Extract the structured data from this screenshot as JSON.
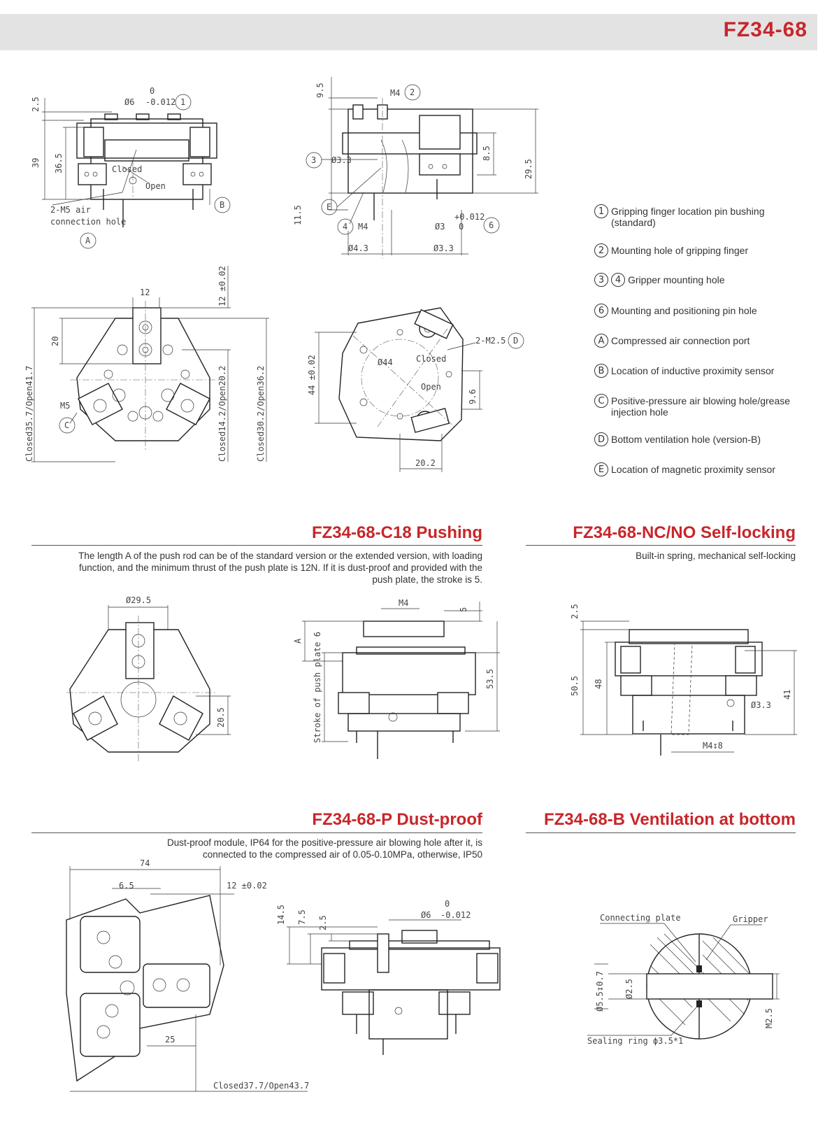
{
  "header": {
    "title": "FZ34-68"
  },
  "legend": [
    {
      "badges": [
        "1"
      ],
      "text": "Gripping finger location pin bushing (standard)"
    },
    {
      "badges": [
        "2"
      ],
      "text": "Mounting hole of gripping finger"
    },
    {
      "badges": [
        "3",
        "4"
      ],
      "text": "Gripper mounting hole"
    },
    {
      "badges": [
        "6"
      ],
      "text": "Mounting and positioning pin hole"
    },
    {
      "badges": [
        "A"
      ],
      "text": "Compressed air connection port"
    },
    {
      "badges": [
        "B"
      ],
      "text": "Location of inductive proximity sensor"
    },
    {
      "badges": [
        "C"
      ],
      "text": "Positive-pressure air blowing hole/grease injection hole"
    },
    {
      "badges": [
        "D"
      ],
      "text": "Bottom ventilation hole (version-B)"
    },
    {
      "badges": [
        "E"
      ],
      "text": "Location of magnetic proximity sensor"
    }
  ],
  "sections": {
    "pushing": {
      "title": "FZ34-68-C18 Pushing",
      "description": "The length A of the push rod can be of the standard version or the extended version, with loading function, and the minimum thrust of the push plate is 12N. If it is dust-proof and provided with the push plate, the stroke is 5."
    },
    "selflocking": {
      "title": "FZ34-68-NC/NO Self-locking",
      "description": "Built-in spring, mechanical self-locking"
    },
    "dustproof": {
      "title": "FZ34-68-P Dust-proof",
      "description": "Dust-proof module, IP64 for the positive-pressure air blowing hole after it, is connected to the compressed air of 0.05-0.10MPa, otherwise, IP50"
    },
    "ventilation": {
      "title": "FZ34-68-B Ventilation at bottom",
      "description": ""
    }
  },
  "drawing_labels": {
    "d1": {
      "d6": "Ø6",
      "tol_top": "0",
      "tol_bot": "-0.012",
      "n1": "1",
      "dim_2_5": "2.5",
      "dim_39": "39",
      "dim_36_5": "36.5",
      "closed": "Closed",
      "open": "Open",
      "m5_air": "2-M5 air",
      "m5_conn": "connection hole",
      "badge_a": "A",
      "badge_b": "B"
    },
    "d2": {
      "dim_9_5": "9.5",
      "m4": "M4",
      "n2": "2",
      "n3": "3",
      "d3_3": "Ø3.3",
      "n4": "4",
      "m4b": "M4",
      "d3": "Ø3",
      "tol3_top": "+0.012",
      "tol3_bot": "0",
      "n6": "6",
      "dim_8_5": "8.5",
      "dim_29_5": "29.5",
      "dim_11_5": "11.5",
      "badge_e": "E",
      "d4_3": "Ø4.3",
      "d3_3b": "Ø3.3"
    },
    "d3": {
      "dim_12": "12",
      "dim_12_tol": "12 ±0.02",
      "dim_20": "20",
      "m5": "M5",
      "badge_c": "C",
      "closed35": "Closed35.7/Open41.7",
      "closed14": "Closed14.2/Open20.2",
      "closed30": "Closed30.2/Open36.2"
    },
    "d4": {
      "dim_44": "44 ±0.02",
      "d44": "Ø44",
      "closed": "Closed",
      "open": "Open",
      "m2_5": "2-M2.5",
      "badge_d": "D",
      "dim_9_6": "9.6",
      "dim_20_2": "20.2"
    },
    "d5": {
      "d29_5": "Ø29.5",
      "dim_20_5": "20.5"
    },
    "d6": {
      "m4": "M4",
      "dim_5": "5",
      "dim_a": "A",
      "stroke": "Stroke of push plate 6",
      "dim_53_5": "53.5"
    },
    "d7": {
      "dim_2_5": "2.5",
      "dim_50_5": "50.5",
      "dim_48": "48",
      "dim_41": "41",
      "d3_3": "Ø3.3",
      "m4_8": "M4↧8"
    },
    "d8": {
      "dim_74": "74",
      "dim_6_5": "6.5",
      "dim_12_tol": "12 ±0.02",
      "dim_25": "25",
      "closed37": "Closed37.7/Open43.7"
    },
    "d9": {
      "dim_14_5": "14.5",
      "dim_7_5": "7.5",
      "dim_2_5": "2.5",
      "d6": "Ø6",
      "tol_top": "0",
      "tol_bot": "-0.012"
    },
    "d10": {
      "connecting_plate": "Connecting plate",
      "gripper": "Gripper",
      "d5_5": "Ø5.5↧0.7",
      "d2_5": "Ø2.5",
      "m2_5": "M2.5",
      "sealing": "Sealing ring ϕ3.5*1"
    }
  },
  "colors": {
    "accent": "#c8262a",
    "header_bg": "#e3e3e4",
    "line": "#222222"
  }
}
